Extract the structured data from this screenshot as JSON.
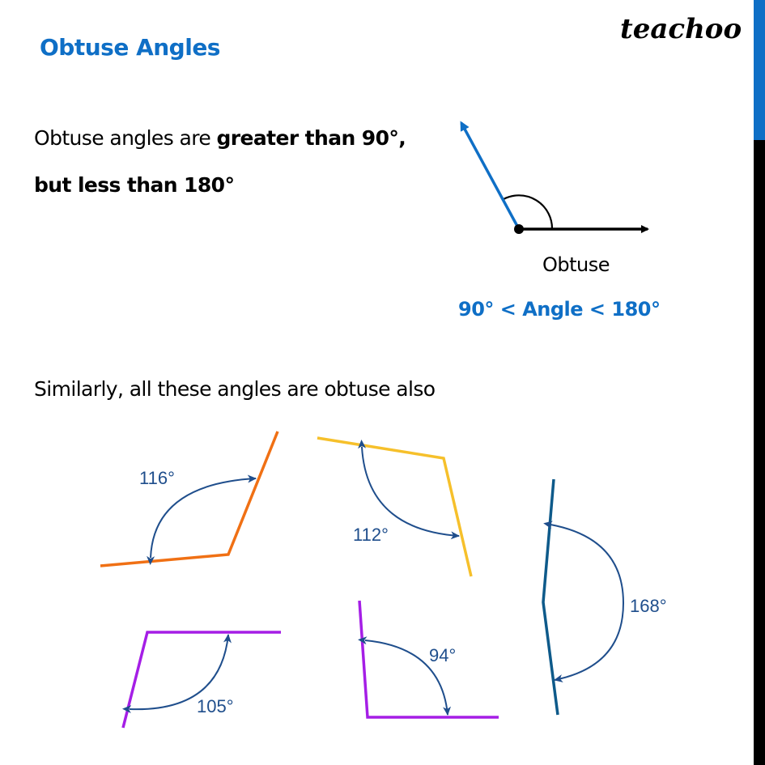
{
  "header": {
    "title": "Obtuse Angles",
    "logo": "teachoo"
  },
  "definition": {
    "line1_regular": "Obtuse angles are ",
    "line1_bold": "greater than 90°,",
    "line2_bold": "but less than 180°"
  },
  "main_figure": {
    "label": "Obtuse",
    "range": "90° < Angle < 180°",
    "arm_color": "#0f6fc6",
    "base_color": "#000000"
  },
  "examples": {
    "intro": "Similarly, all these angles are obtuse also",
    "arc_color": "#1f4e8c",
    "angles": [
      {
        "label": "116°",
        "color": "#f07014"
      },
      {
        "label": "112°",
        "color": "#f6c02b"
      },
      {
        "label": "168°",
        "color": "#0e5a8a"
      },
      {
        "label": "105°",
        "color": "#a51ee6"
      },
      {
        "label": "94°",
        "color": "#a51ee6"
      }
    ]
  },
  "accent_colors": {
    "sidebar_top": "#0f6fc6",
    "sidebar_bottom": "#000000"
  }
}
